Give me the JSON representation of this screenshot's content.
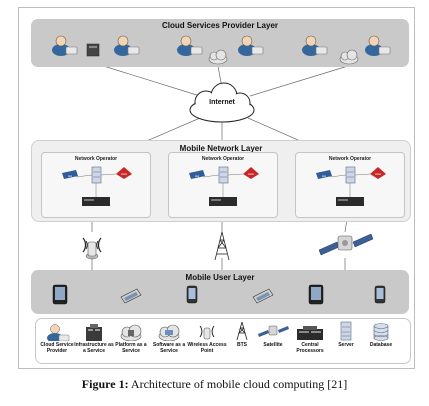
{
  "layers": {
    "provider": "Cloud Services Provider Layer",
    "network": "Mobile Network Layer",
    "user": "Mobile User Layer"
  },
  "internet_label": "Internet",
  "operators": [
    {
      "title": "Network Operator",
      "badges": [
        "HA",
        "AAA"
      ]
    },
    {
      "title": "Network Operator",
      "badges": [
        "HA",
        "AAA"
      ]
    },
    {
      "title": "Network Operator",
      "badges": [
        "HA",
        "AAA"
      ]
    }
  ],
  "legend": [
    {
      "label": "Cloud Service Provider",
      "icon": "cloud-service-provider-icon"
    },
    {
      "label": "Infrastructure as a Service",
      "icon": "infrastructure-icon"
    },
    {
      "label": "Platform as a Service",
      "icon": "platform-icon"
    },
    {
      "label": "Software as a Service",
      "icon": "software-icon"
    },
    {
      "label": "Wireless Access Point",
      "icon": "wireless-access-point-icon"
    },
    {
      "label": "BTS",
      "icon": "bts-tower-icon"
    },
    {
      "label": "Satellite",
      "icon": "satellite-icon"
    },
    {
      "label": "Central Processors",
      "icon": "central-processor-icon"
    },
    {
      "label": "Server",
      "icon": "server-icon"
    },
    {
      "label": "Database",
      "icon": "database-icon"
    }
  ],
  "caption": {
    "prefix": "Figure 1:",
    "text": " Architecture of mobile cloud computing [21]"
  },
  "colors": {
    "band": "#c9c9c9",
    "network_box": "#efefef",
    "badge_blue": "#2f5d9a",
    "badge_red": "#c62828",
    "line": "#555555"
  }
}
